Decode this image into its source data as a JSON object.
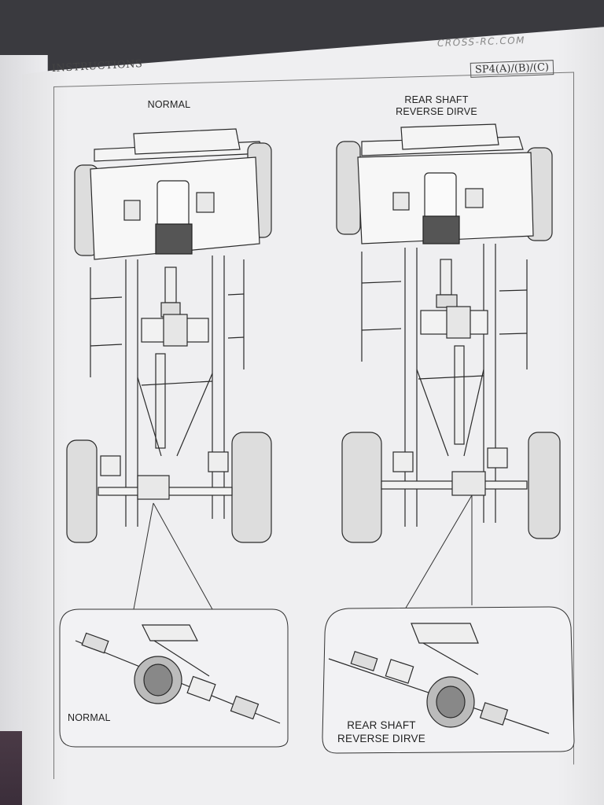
{
  "header": {
    "section_title": "INSTRUCTIONS",
    "brand": "CROSS-RC.COM",
    "model_code": "SP4(A)/(B)/(C)"
  },
  "diagrams": {
    "left": {
      "label": "NORMAL",
      "detail_label": "NORMAL"
    },
    "right": {
      "label_line1": "REAR SHAFT",
      "label_line2": "REVERSE DIRVE",
      "detail_line1": "REAR SHAFT",
      "detail_line2": "REVERSE DIRVE"
    }
  },
  "colors": {
    "paper": "#efeff1",
    "ink": "#2a2a2a",
    "backdrop": "#3a3a3f"
  }
}
